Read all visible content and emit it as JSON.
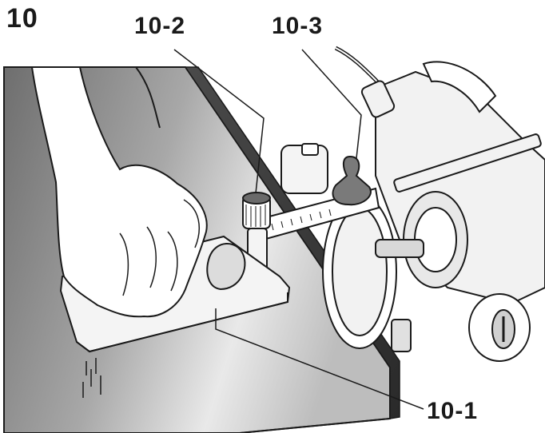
{
  "figure": {
    "number": "10"
  },
  "callouts": [
    {
      "id": "10-1",
      "label": "10-1"
    },
    {
      "id": "10-2",
      "label": "10-2"
    },
    {
      "id": "10-3",
      "label": "10-3"
    }
  ],
  "colors": {
    "ink": "#1a1a1a",
    "panel_dark": "#6e6e6e",
    "panel_light": "#e6e6e6",
    "tool_body": "#f2f2f2"
  }
}
